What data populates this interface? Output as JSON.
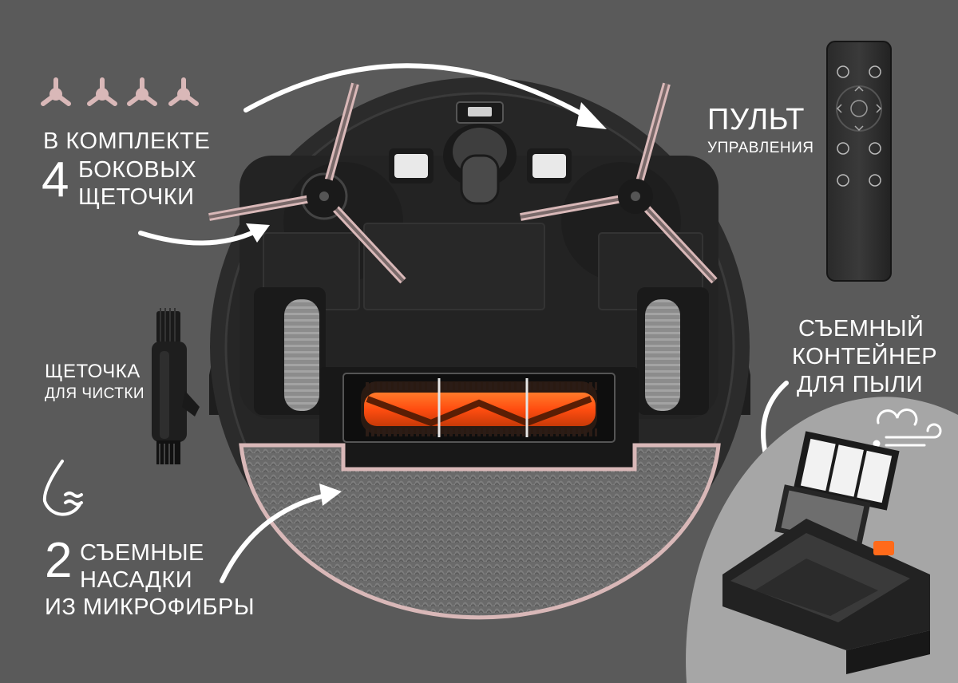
{
  "brushes_block": {
    "line1": "В КОМПЛЕКТЕ",
    "number": "4",
    "line2": "БОКОВЫХ",
    "line3": "ЩЕТОЧКИ"
  },
  "remote_block": {
    "title": "ПУЛЬТ",
    "subtitle": "УПРАВЛЕНИЯ"
  },
  "cleaning_brush_block": {
    "title": "ЩЕТОЧКА",
    "subtitle": "ДЛЯ ЧИСТКИ"
  },
  "dust_bin_block": {
    "line1": "СЪЕМНЫЙ",
    "line2": "КОНТЕЙНЕР",
    "line3": "ДЛЯ ПЫЛИ"
  },
  "mop_block": {
    "number": "2",
    "line1": "СЪЕМНЫЕ",
    "line2": "НАСАДКИ",
    "line3": "ИЗ МИКРОФИБРЫ"
  },
  "colors": {
    "background": "#5a5a5a",
    "accent_pink": "#d9b8b8",
    "roller_orange": "#ff5a1a",
    "robot_body": "#2b2b2b"
  }
}
